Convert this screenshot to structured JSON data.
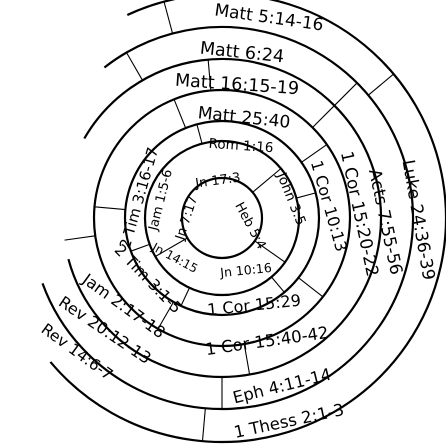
{
  "verses": [
    "Jn 17:3",
    "Heb 5:4",
    "Jn 7:17",
    "Rom 1:16",
    "John 3:5",
    "Jn 10:16",
    "Jn 14:15",
    "Jam 1:5-6",
    "Matt 25:40",
    "1 Cor 10:13",
    "1 Cor 15:29",
    "2 Tim 3:1-5",
    "2 Tim 3:16-17",
    "Matt 16:15-19",
    "1 Cor 15:20-22",
    "1 Cor 15:40-42",
    "Jam 2:17-18",
    "Matt 6:24",
    "Acts 7:55-56",
    "Eph 4:11-14",
    "Rev 20:12-13",
    "Matt 5:14-16",
    "Luke 24:36-39",
    "1 Thess 2:1-3",
    "Rev 14:6-7"
  ]
}
